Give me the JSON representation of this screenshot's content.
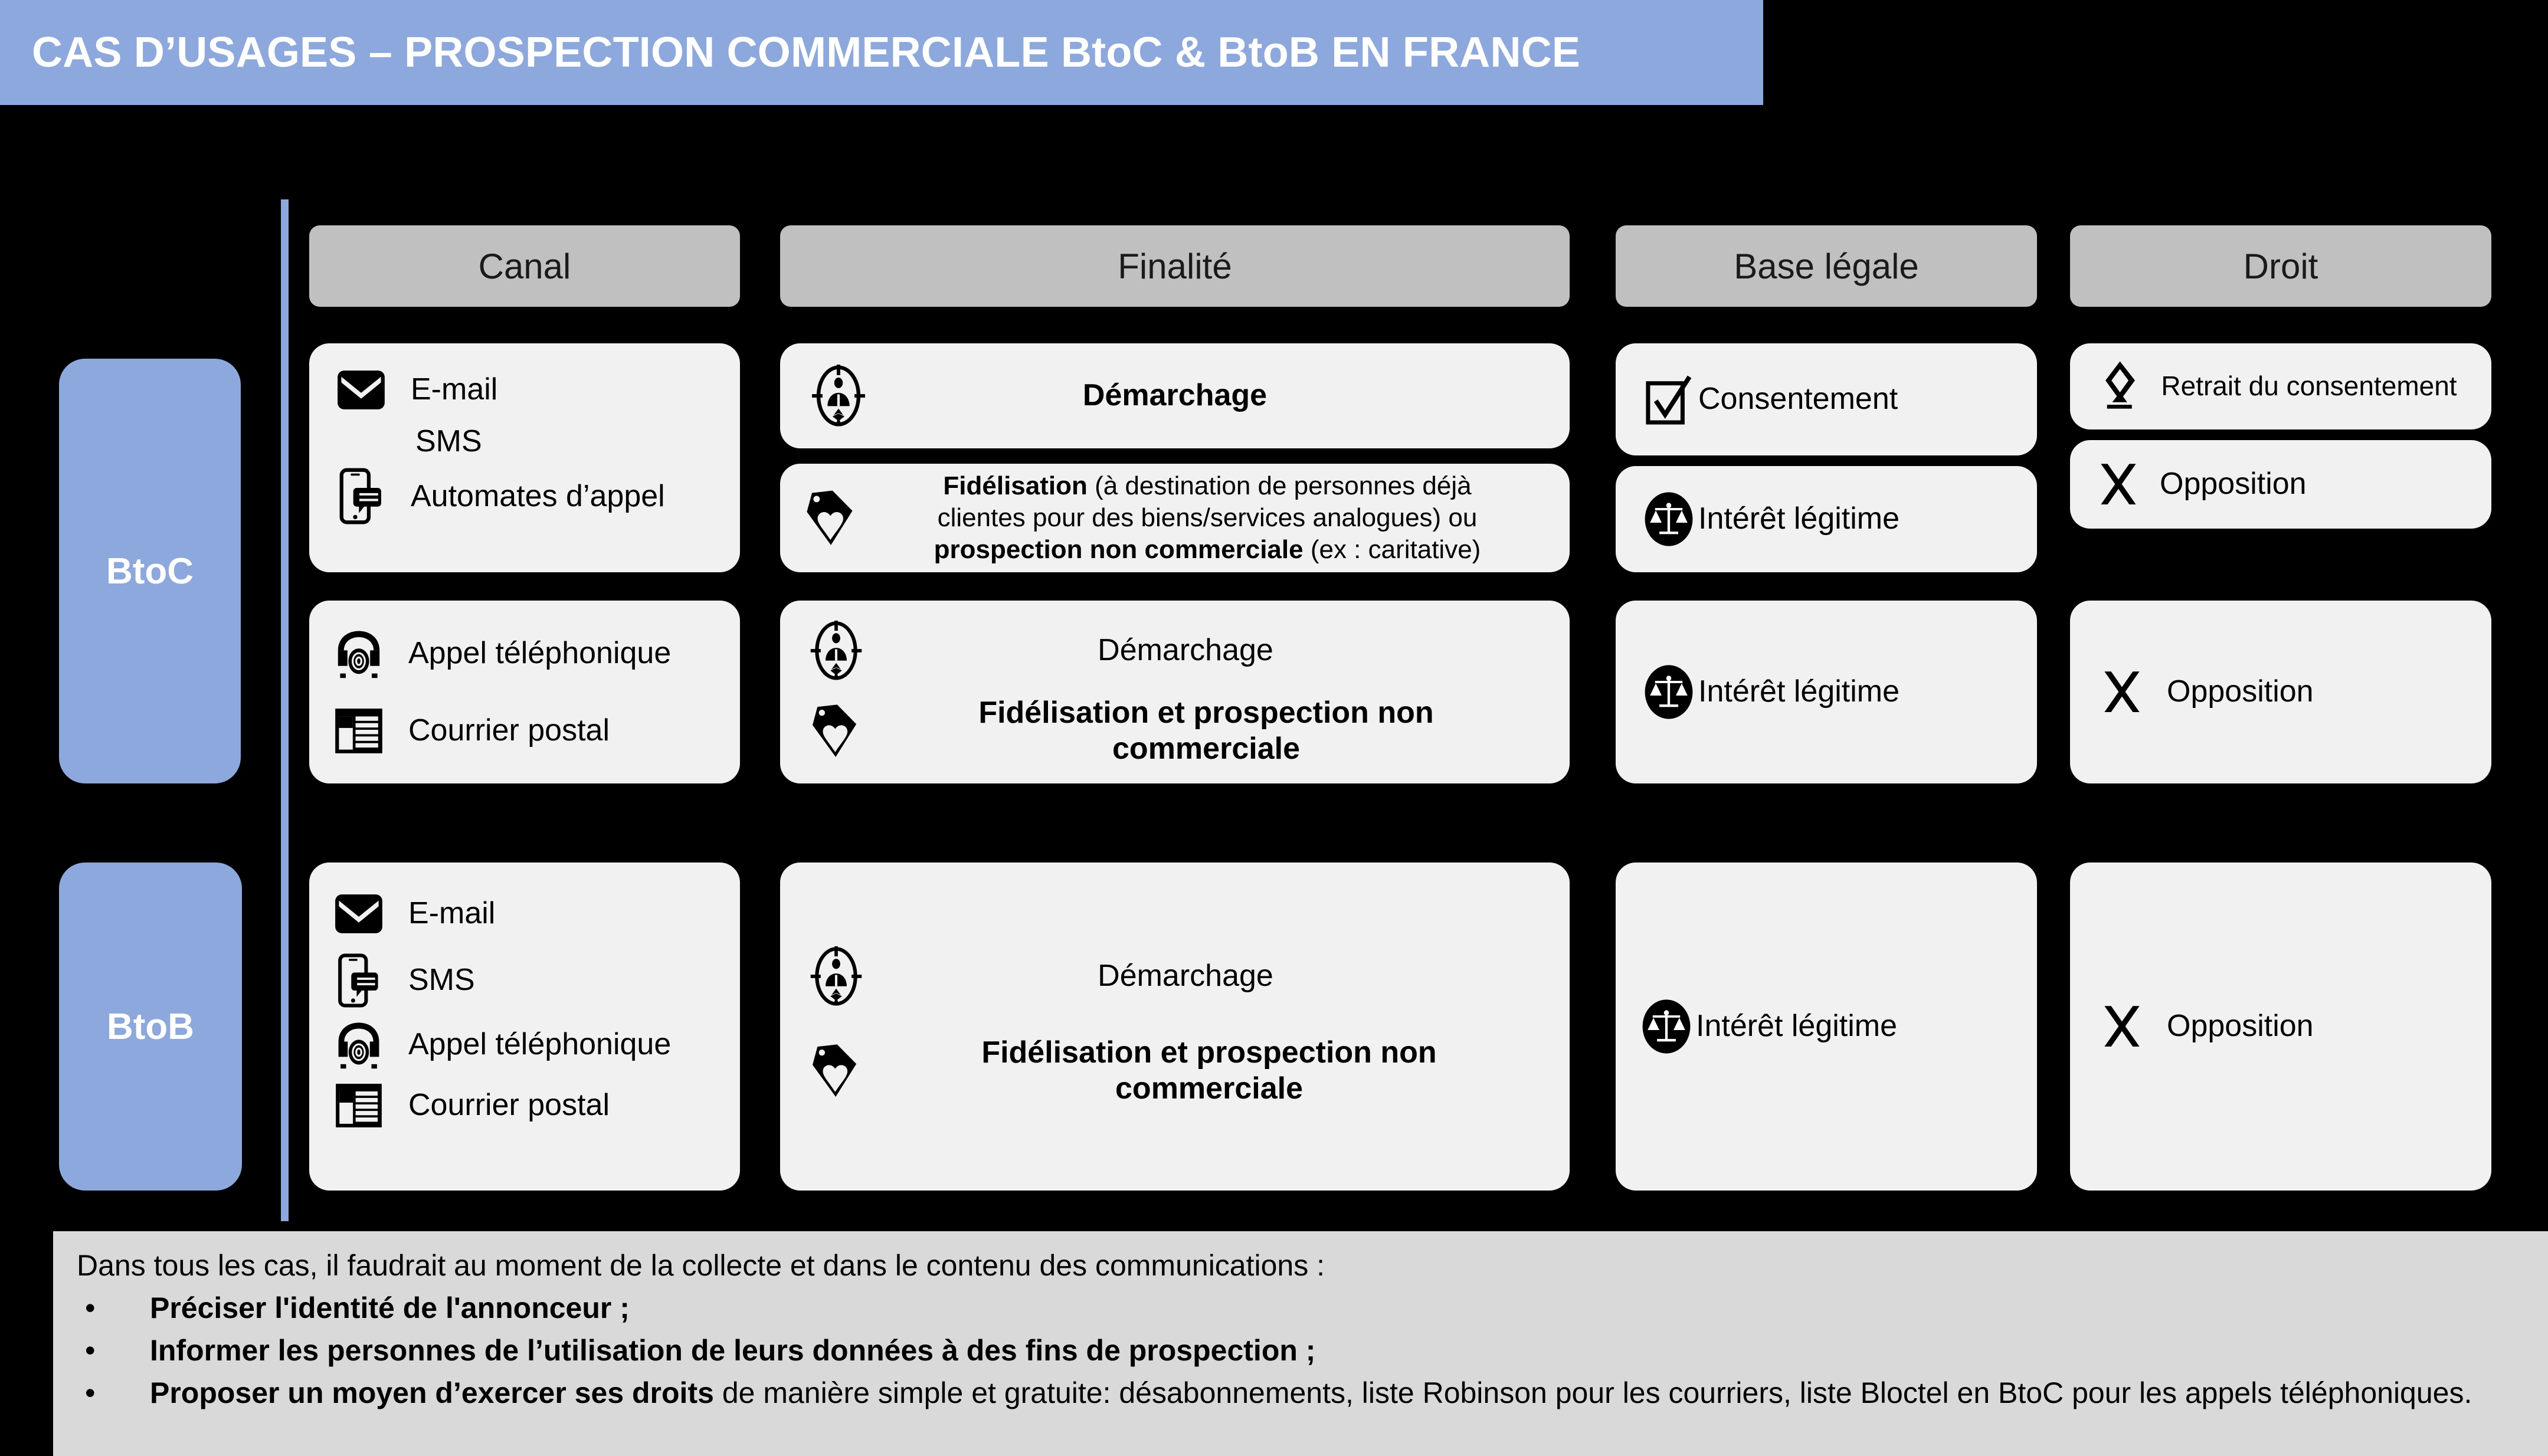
{
  "title": "CAS D’USAGES – PROSPECTION COMMERCIALE BtoC & BtoB EN FRANCE",
  "colors": {
    "accent_blue": "#8CA8DC",
    "header_grey": "#C0C0C0",
    "card_grey": "#F1F1F1",
    "footer_grey": "#D9D9D9",
    "background": "#000000",
    "title_text": "#FFFFFF"
  },
  "headers": [
    {
      "label": "Canal"
    },
    {
      "label": "Finalité"
    },
    {
      "label": "Base légale"
    },
    {
      "label": "Droit"
    }
  ],
  "segments": [
    {
      "id": "btoc",
      "label": "BtoC"
    },
    {
      "id": "btob",
      "label": "BtoB"
    }
  ],
  "btoc_row1": {
    "channels": [
      {
        "icon": "envelope-icon",
        "label": "E-mail"
      },
      {
        "icon": "none",
        "label": "SMS"
      },
      {
        "icon": "phone-message-icon",
        "label": "Automates d’appel"
      }
    ],
    "finalite_1": {
      "icon": "target-person-icon",
      "label": "Démarchage"
    },
    "finalite_2": {
      "icon": "tag-heart-icon",
      "line1_bold": "Fidélisation",
      "line1_rest": " (à destination de personnes déjà",
      "line2": "clientes pour   des biens/services analogues) ou",
      "line3_bold": "prospection non commerciale",
      "line3_rest": " (ex : caritative)"
    },
    "base_legale": [
      {
        "icon": "checkbox-check-icon",
        "label": "Consentement"
      },
      {
        "icon": "scales-circle-icon",
        "label": "Intérêt légitime"
      }
    ],
    "droit": [
      {
        "icon": "eraser-icon",
        "label": "Retrait du consentement"
      },
      {
        "icon": "x-cross-icon",
        "label": "Opposition"
      }
    ]
  },
  "btoc_row2": {
    "channels": [
      {
        "icon": "telephone-icon",
        "label": "Appel téléphonique"
      },
      {
        "icon": "letter-icon",
        "label": "Courrier postal"
      }
    ],
    "finalite": [
      {
        "icon": "target-person-icon",
        "label": "Démarchage"
      },
      {
        "icon": "tag-heart-icon",
        "label": "Fidélisation et prospection non commerciale"
      }
    ],
    "base_legale": [
      {
        "icon": "scales-circle-icon",
        "label": "Intérêt légitime"
      }
    ],
    "droit": [
      {
        "icon": "x-cross-icon",
        "label": "Opposition"
      }
    ]
  },
  "btob_row": {
    "channels": [
      {
        "icon": "envelope-icon",
        "label": "E-mail"
      },
      {
        "icon": "phone-message-icon",
        "label": "SMS"
      },
      {
        "icon": "telephone-icon",
        "label": "Appel téléphonique"
      },
      {
        "icon": "letter-icon",
        "label": "Courrier postal"
      }
    ],
    "finalite": [
      {
        "icon": "target-person-icon",
        "label": "Démarchage"
      },
      {
        "icon": "tag-heart-icon",
        "label": "Fidélisation et prospection non commerciale"
      }
    ],
    "base_legale": [
      {
        "icon": "scales-circle-icon",
        "label": "Intérêt légitime"
      }
    ],
    "droit": [
      {
        "icon": "x-cross-icon",
        "label": "Opposition"
      }
    ]
  },
  "footer": {
    "lead": "Dans tous les cas, il faudrait au moment de la collecte et dans le contenu des communications :",
    "bullet": "•",
    "items": [
      {
        "bold": "Préciser l'identité de l'annonceur ;",
        "rest": ""
      },
      {
        "bold": "Informer les personnes de l’utilisation de leurs données à des fins de prospection ;",
        "rest": ""
      },
      {
        "bold": "Proposer un moyen d’exercer ses droits",
        "rest": " de manière simple et gratuite: désabonnements, liste Robinson pour les courriers, liste Bloctel en BtoC pour les appels téléphoniques."
      }
    ]
  }
}
